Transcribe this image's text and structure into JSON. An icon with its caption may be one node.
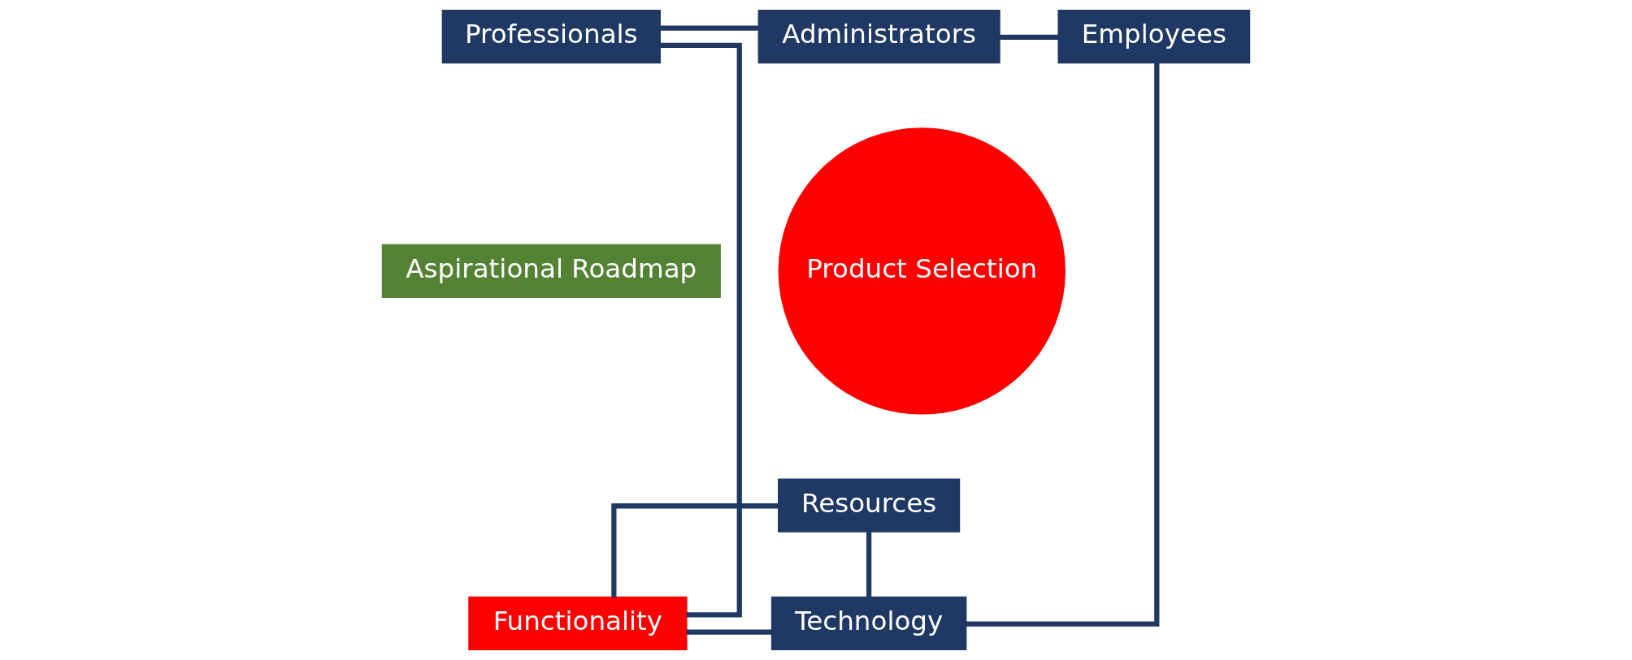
{
  "diagram": {
    "nodes": [
      {
        "text": [
          "Aspirational Roadmap"
        ]
      },
      {
        "text": [
          "Professionals"
        ]
      },
      {
        "text": [
          "Administrators"
        ]
      },
      {
        "text": [
          "Employees"
        ]
      },
      {
        "text": [
          "Product Selection"
        ]
      },
      {
        "text": [
          "Functionality"
        ]
      },
      {
        "text": [
          "Resources"
        ]
      },
      {
        "text": [
          "Technology"
        ]
      }
    ],
    "edges": [
      {
        "from": 1,
        "to": 2,
        "arrow": "none"
      },
      {
        "from": 2,
        "to": 3,
        "arrow": "none"
      },
      {
        "from": 1,
        "to": 5,
        "arrow": "none"
      },
      {
        "from": 3,
        "to": 7,
        "arrow": "none"
      },
      {
        "from": 5,
        "to": 7,
        "arrow": "none"
      },
      {
        "from": 6,
        "to": 5,
        "arrow": "none"
      },
      {
        "from": 6,
        "to": 7,
        "arrow": "none"
      }
    ]
  }
}
